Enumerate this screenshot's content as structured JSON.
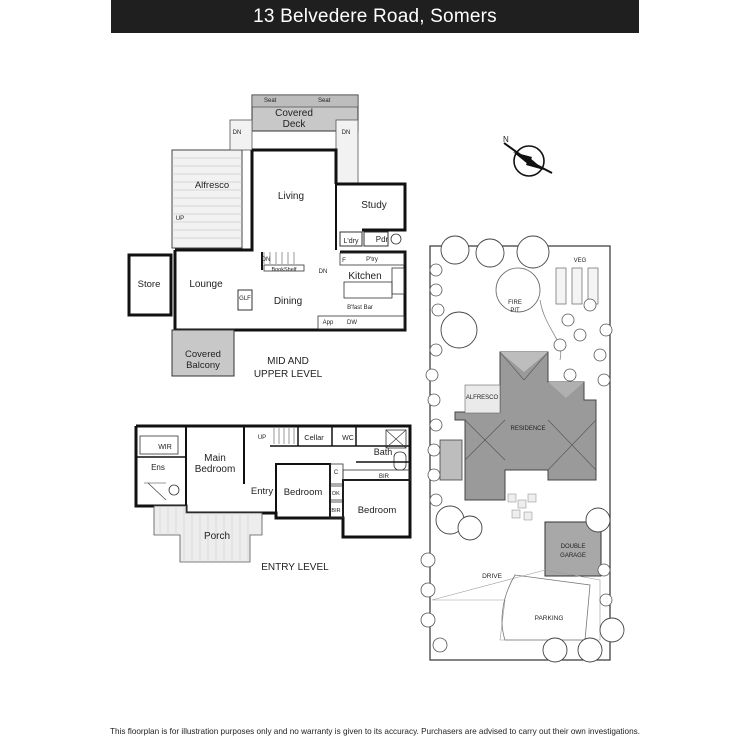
{
  "header": {
    "title": "13 Belvedere Road, Somers"
  },
  "upper_plan": {
    "caption_line1": "MID AND",
    "caption_line2": "UPPER LEVEL",
    "rooms": {
      "seat_left": "Seat",
      "seat_right": "Seat",
      "covered_deck_1": "Covered",
      "covered_deck_2": "Deck",
      "alfresco": "Alfresco",
      "living": "Living",
      "study": "Study",
      "ldry": "L'dry",
      "pdr": "Pdr",
      "store": "Store",
      "lounge": "Lounge",
      "glf": "GLF",
      "bookshelf": "BookShelf",
      "pantry": "P'try",
      "kitchen": "Kitchen",
      "brekbar": "B'fast Bar",
      "dining": "Dining",
      "app": "App",
      "dw": "DW",
      "f": "F",
      "covered_balcony_1": "Covered",
      "covered_balcony_2": "Balcony",
      "dn1": "DN",
      "dn2": "DN",
      "dn3": "DN",
      "dn4": "DN",
      "up": "UP"
    }
  },
  "entry_plan": {
    "caption": "ENTRY LEVEL",
    "rooms": {
      "wir": "WIR",
      "ens": "Ens",
      "main_bedroom_1": "Main",
      "main_bedroom_2": "Bedroom",
      "up": "UP",
      "cellar": "Cellar",
      "wc": "WC",
      "bath": "Bath",
      "entry": "Entry",
      "bedroom_a": "Bedroom",
      "bedroom_b": "Bedroom",
      "bir1": "BIR",
      "bir2": "BIR",
      "dk": "DK",
      "c": "C",
      "porch": "Porch"
    }
  },
  "site_plan": {
    "veg": "VEG",
    "fire_pit_1": "FIRE",
    "fire_pit_2": "PIT",
    "alfresco": "ALFRESCO",
    "residence": "RESIDENCE",
    "double_garage_1": "DOUBLE",
    "double_garage_2": "GARAGE",
    "drive": "DRIVE",
    "parking": "PARKING"
  },
  "compass": {
    "label": "N"
  },
  "footer": {
    "disclaimer": "This floorplan is for illustration purposes only and no warranty is given to its accuracy. Purchasers are advised to carry out their own investigations."
  }
}
